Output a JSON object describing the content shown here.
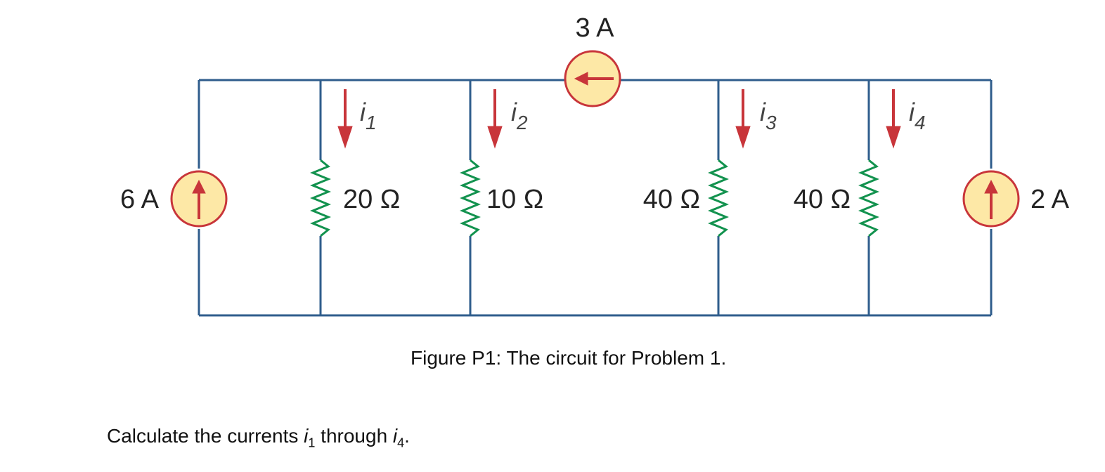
{
  "figure": {
    "sources": {
      "left_label": "6 A",
      "top_label": "3 A",
      "right_label": "2 A"
    },
    "resistors": [
      "20 Ω",
      "10 Ω",
      "40 Ω",
      "40 Ω"
    ],
    "currents": [
      {
        "symbol": "i",
        "sub": "1"
      },
      {
        "symbol": "i",
        "sub": "2"
      },
      {
        "symbol": "i",
        "sub": "3"
      },
      {
        "symbol": "i",
        "sub": "4"
      }
    ],
    "colors": {
      "wire": "#2f5d8c",
      "resistor": "#12924e",
      "source_fill": "#fde8a6",
      "source_stroke": "#c8353a",
      "arrow": "#c8353a"
    }
  },
  "caption": "Figure P1: The circuit for Problem 1.",
  "question": {
    "prefix": "Calculate the currents ",
    "var1": "i",
    "sub1": "1",
    "middle": " through ",
    "var2": "i",
    "sub2": "4",
    "suffix": "."
  }
}
